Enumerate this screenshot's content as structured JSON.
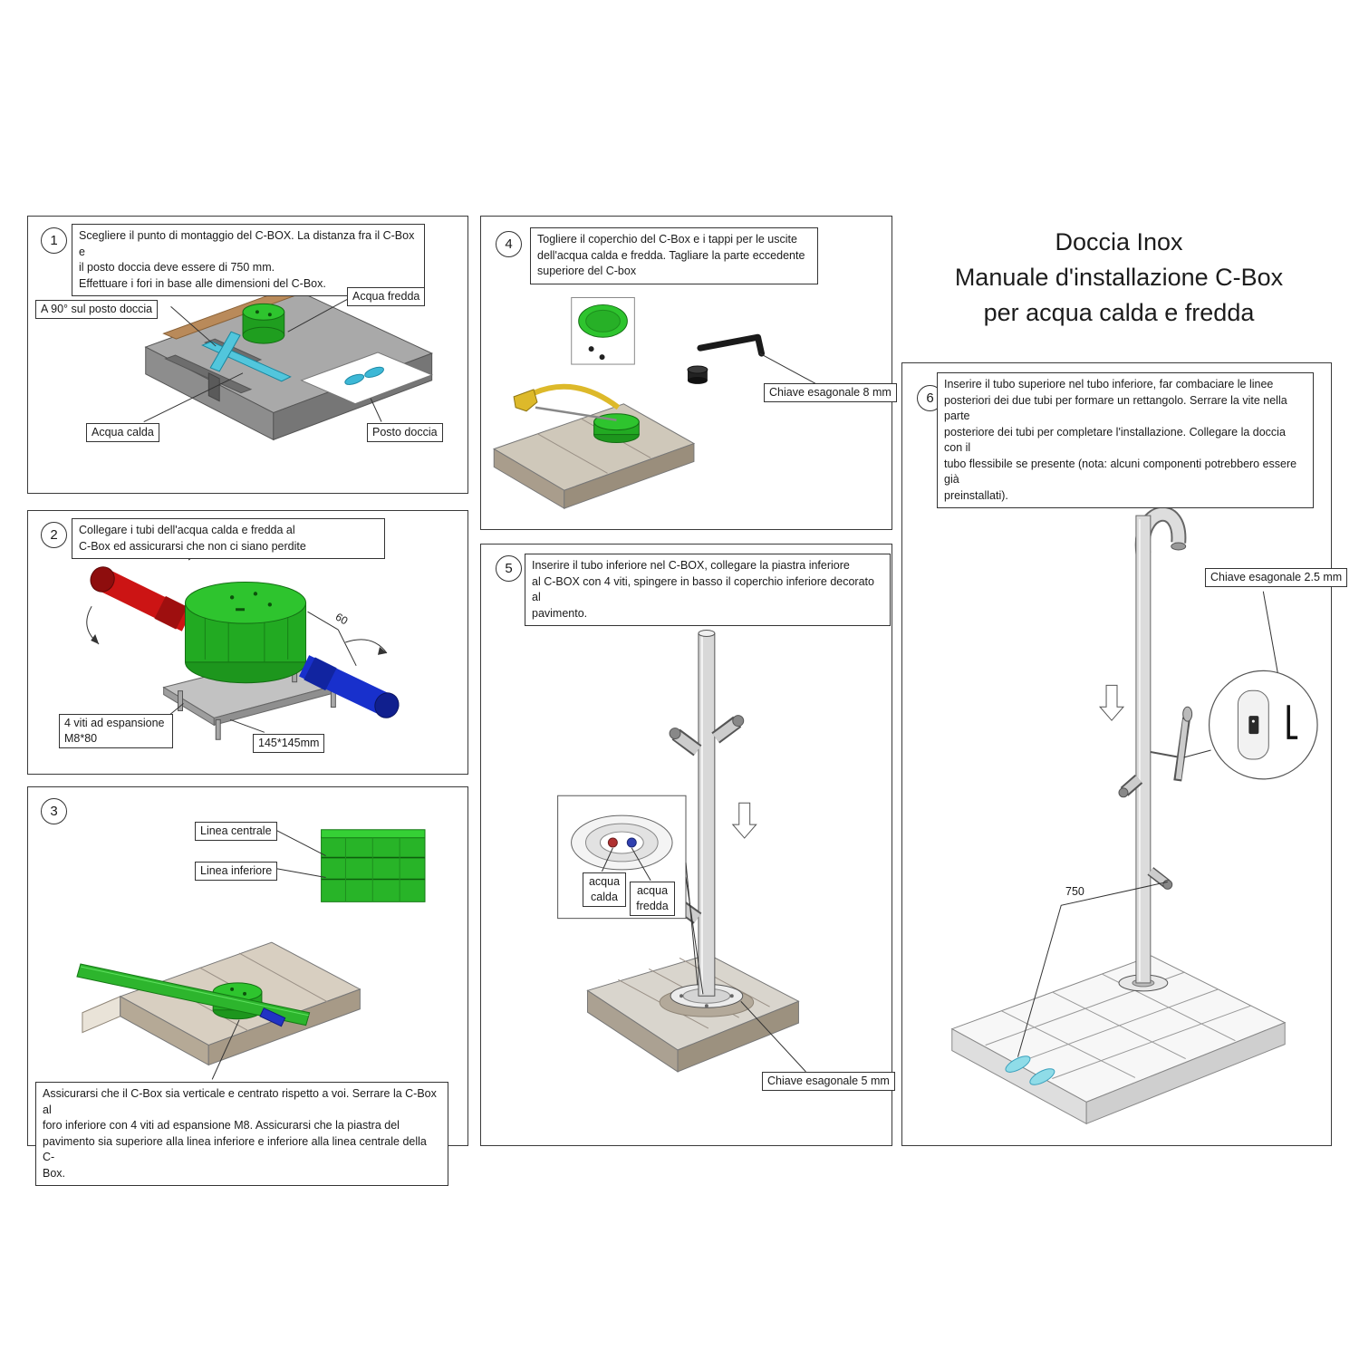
{
  "title": {
    "line1": "Doccia Inox",
    "line2": "Manuale d'installazione C-Box",
    "line3": "per acqua calda e fredda"
  },
  "colors": {
    "cbox_green": "#2db52d",
    "hot_water_red": "#cc1414",
    "cold_water_blue": "#1830cc",
    "marker_cyan": "#49c0d8"
  },
  "steps": {
    "s1": {
      "num": "1",
      "text": "Scegliere il punto di montaggio del C-BOX. La distanza fra il C-Box e\nil posto doccia deve essere di 750 mm.\nEffettuare i fori in base alle dimensioni del C-Box.",
      "labels": {
        "square": "A 90° sul posto doccia",
        "cold": "Acqua fredda",
        "hot": "Acqua calda",
        "shower_spot": "Posto doccia"
      }
    },
    "s2": {
      "num": "2",
      "text": "Collegare i tubi dell'acqua calda e fredda al\nC-Box ed assicurarsi che non ci siano perdite",
      "labels": {
        "screws": "4 viti ad espansione\nM8*80",
        "plate": "145*145mm",
        "depth": "60"
      }
    },
    "s3": {
      "num": "3",
      "text": "Assicurarsi che il C-Box sia verticale e centrato rispetto a voi. Serrare la C-Box al\nforo inferiore con 4 viti ad espansione M8. Assicurarsi che la piastra del\npavimento sia superiore alla linea inferiore e inferiore alla linea centrale della C-\nBox.",
      "labels": {
        "center_line": "Linea centrale",
        "lower_line": "Linea inferiore"
      }
    },
    "s4": {
      "num": "4",
      "text": "Togliere il coperchio del C-Box e i tappi per le uscite\ndell'acqua calda e fredda. Tagliare la parte eccedente\nsuperiore del C-box",
      "labels": {
        "hex_key": "Chiave esagonale 8 mm"
      }
    },
    "s5": {
      "num": "5",
      "text": "Inserire il tubo inferiore nel C-BOX, collegare la piastra inferiore\nal C-BOX con 4 viti, spingere in basso il coperchio inferiore decorato al\npavimento.",
      "labels": {
        "hot": "acqua\ncalda",
        "cold": "acqua\nfredda",
        "hex_key": "Chiave esagonale 5 mm"
      }
    },
    "s6": {
      "num": "6",
      "text": "Inserire il tubo superiore nel tubo inferiore, far combaciare le linee\nposteriori dei due tubi per formare un rettangolo. Serrare la vite nella parte\nposteriore dei tubi per completare l'installazione. Collegare la doccia con il\ntubo flessibile se presente (nota: alcuni componenti potrebbero essere già\npreinstallati).",
      "labels": {
        "hex_key": "Chiave esagonale 2.5 mm",
        "distance": "750"
      }
    }
  }
}
